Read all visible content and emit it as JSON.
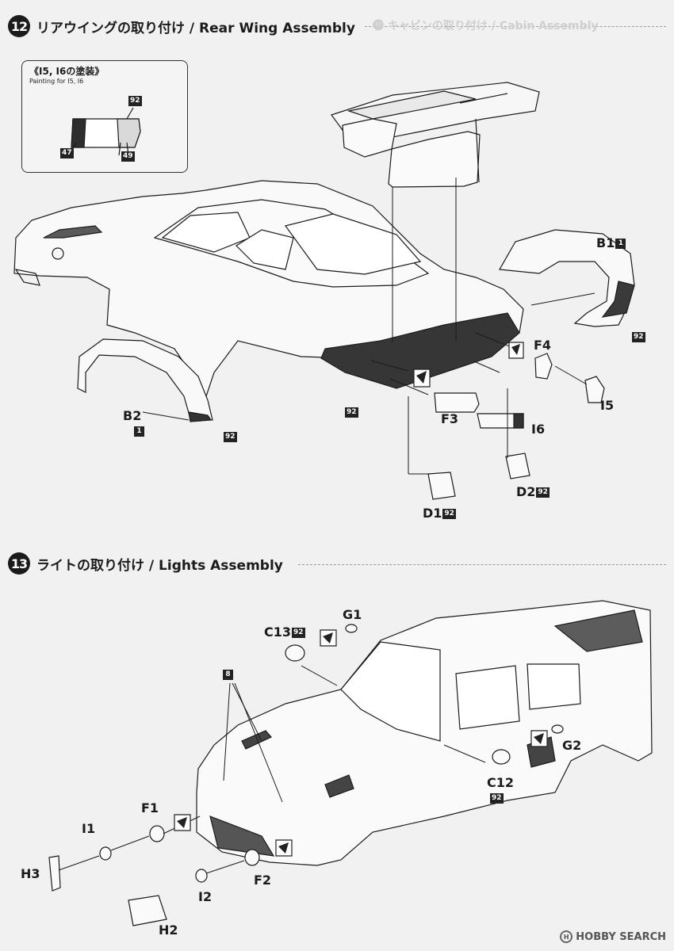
{
  "step12": {
    "number": "12",
    "title": "リアウイングの取り付け / Rear Wing Assembly",
    "inset_title": "《I5, I6の塗装》",
    "inset_sub": "Painting for I5, I6",
    "inset_codes": [
      "92",
      "47",
      "49"
    ],
    "parts": {
      "b1": "B1",
      "b1_code": "1",
      "b2": "B2",
      "b2_code": "1",
      "f4": "F4",
      "f3": "F3",
      "i5": "I5",
      "i6": "I6",
      "d1": "D1",
      "d1_code": "92",
      "d2": "D2",
      "d2_code": "92"
    },
    "codes": [
      "92",
      "92",
      "92"
    ]
  },
  "step13": {
    "number": "13",
    "title": "ライトの取り付け / Lights Assembly",
    "parts": {
      "g1": "G1",
      "c13": "C13",
      "c13_code": "92",
      "g2": "G2",
      "c12": "C12",
      "c12_code": "92",
      "f1": "F1",
      "i1": "I1",
      "h3": "H3",
      "f2": "F2",
      "i2": "I2",
      "h2": "H2"
    },
    "code_8": "8"
  },
  "ghost_title": "⓫ キャビンの取り付け / Cabin Assembly",
  "watermark": "HOBBY SEARCH",
  "watermark_mark": "H",
  "colors": {
    "ink": "#1b1b1b",
    "paper": "#f1f1f1",
    "paint": "#3a3a3a"
  }
}
